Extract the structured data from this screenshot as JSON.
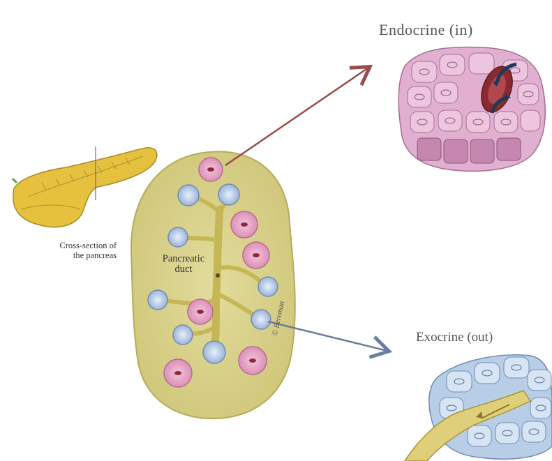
{
  "labels": {
    "endocrine": "Endocrine (in)",
    "exocrine": "Exocrine (out)",
    "cross_section_line1": "Cross-section of",
    "cross_section_line2": "the pancreas",
    "duct_line1": "Pancreatic",
    "duct_line2": "duct",
    "signature": "© Bereman"
  },
  "colors": {
    "pancreas": "#e6c23e",
    "section_fill": "#d9d48c",
    "duct": "#c8b85a",
    "islet_pink": "#e6a0c0",
    "acinus_blue": "#b8cde8",
    "endocrine_cells": "#d9a3c9",
    "exocrine_cells": "#b9cde6",
    "arrow_red": "#9b4a4a",
    "arrow_blue": "#6a7f9e"
  }
}
